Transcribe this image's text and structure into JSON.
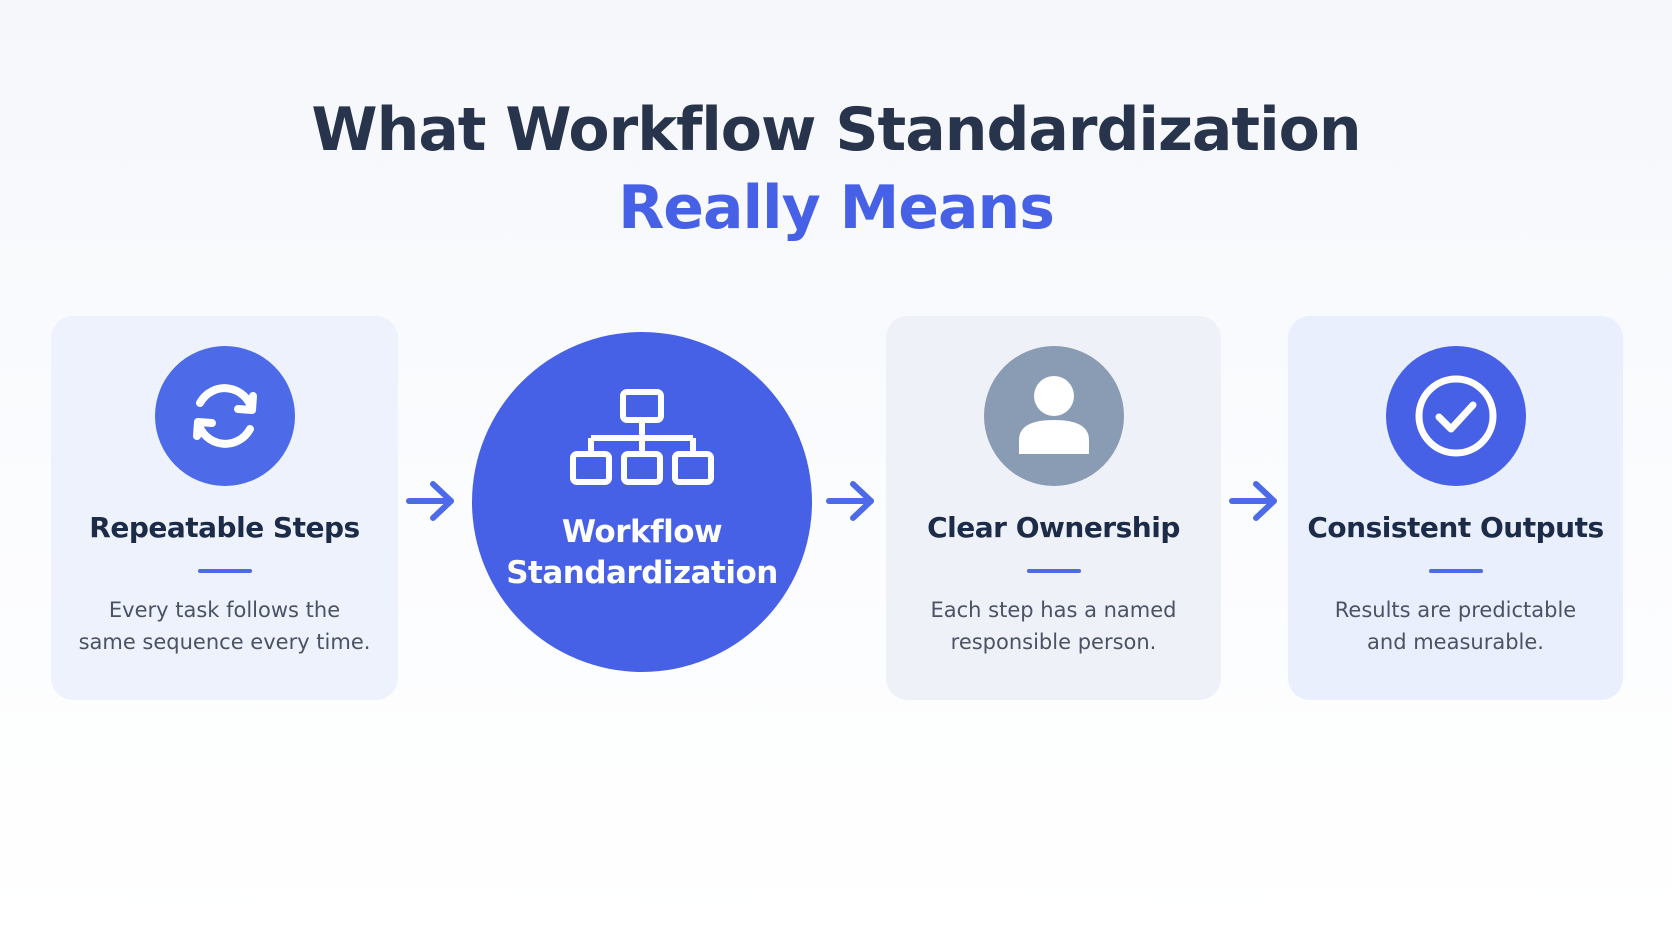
{
  "title": {
    "line1": "What Workflow Standardization",
    "line2": "Really Means"
  },
  "cards": [
    {
      "title": "Repeatable Steps",
      "description": [
        "Every task follows the",
        "same sequence every time."
      ],
      "icon": "refresh-icon"
    },
    {
      "title": "Clear Ownership",
      "description": [
        "Each step has a named",
        "responsible person."
      ],
      "icon": "person-icon"
    },
    {
      "title": "Consistent Outputs",
      "description": [
        "Results are predictable",
        "and measurable."
      ],
      "icon": "checkmark-icon"
    }
  ],
  "hub": {
    "label": [
      "Workflow",
      "Standardization"
    ],
    "icon": "hierarchy-icon"
  },
  "colors": {
    "title_dark": "#27344b",
    "accent": "#4660e6",
    "owner_icon_bg": "#8a9bb4",
    "card_bg": "#edf2fc"
  }
}
